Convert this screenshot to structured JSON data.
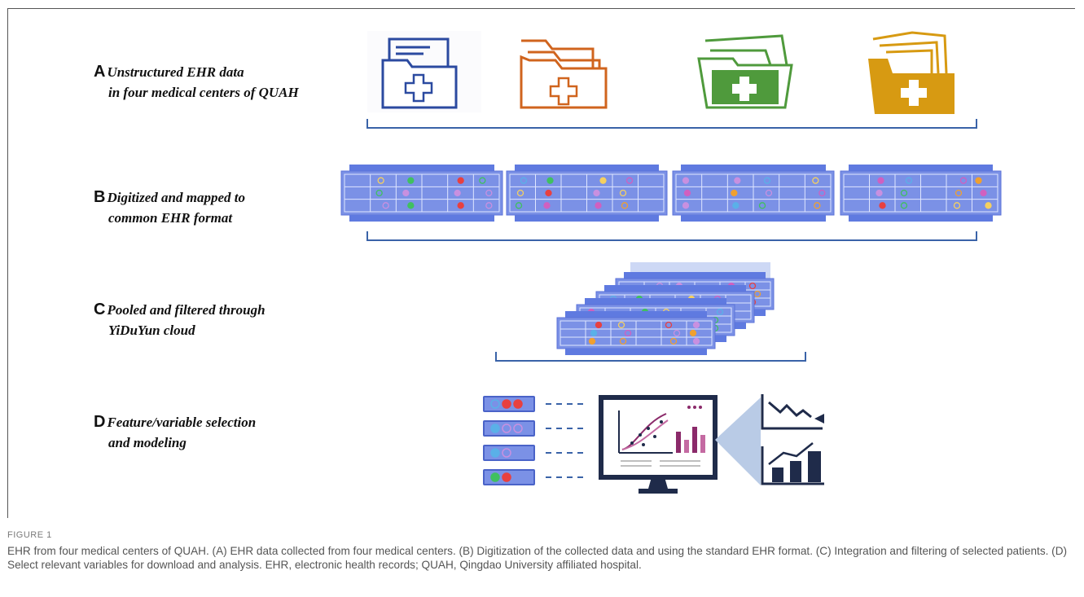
{
  "stages": [
    {
      "letter": "A",
      "line1": "Unstructured EHR data",
      "line2": "in four medical centers of QUAH"
    },
    {
      "letter": "B",
      "line1": "Digitized and mapped to",
      "line2": "common EHR format"
    },
    {
      "letter": "C",
      "line1": "Pooled and filtered through",
      "line2": "YiDuYun cloud"
    },
    {
      "letter": "D",
      "line1": "Feature/variable selection",
      "line2": "and modeling"
    }
  ],
  "folder_colors": [
    "#2b4aa0",
    "#d0641e",
    "#4f9a3c",
    "#d79a12"
  ],
  "figure_label": "FIGURE 1",
  "caption": "EHR from four medical centers of QUAH. (A) EHR data collected from four medical centers. (B) Digitization of the collected data and using the standard EHR format. (C) Integration and filtering of selected patients. (D) Select relevant variables for download and analysis. EHR, electronic health records; QUAH, Qingdao University affiliated hospital."
}
